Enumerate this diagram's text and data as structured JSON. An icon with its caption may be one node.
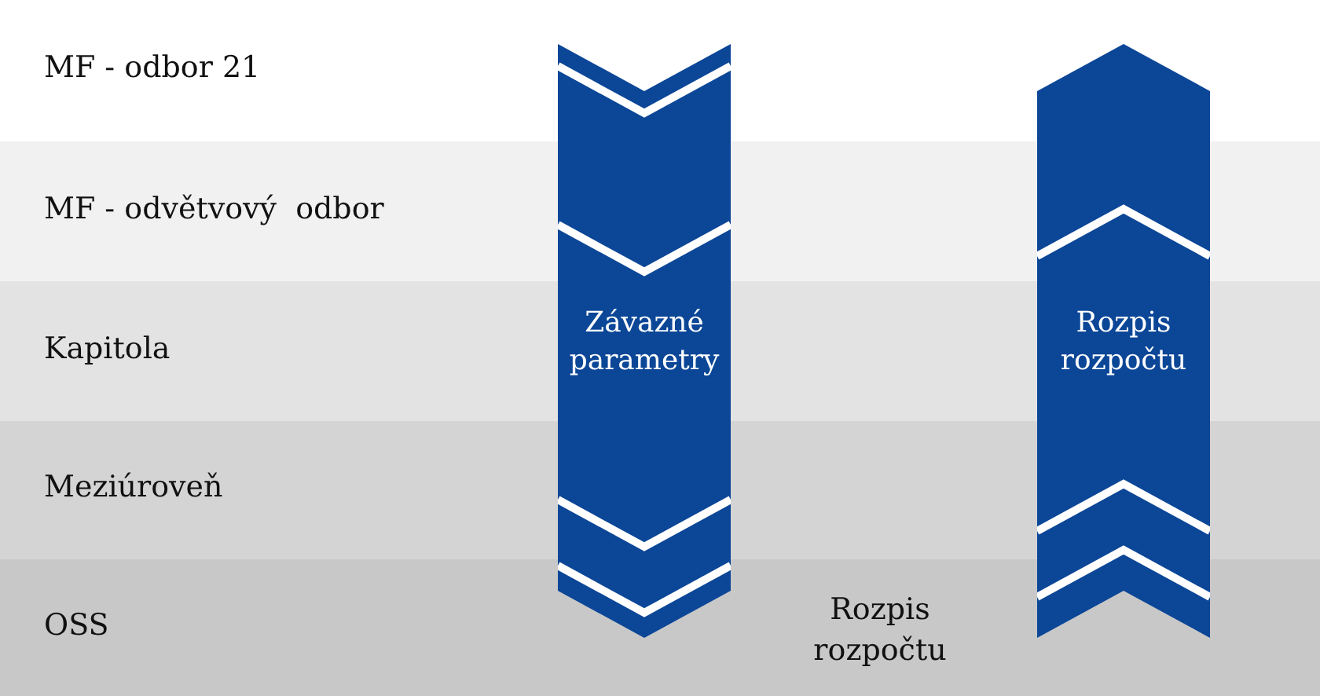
{
  "diagram": {
    "nodes": [
      {
        "text": [
          "MF - odbor 21"
        ]
      },
      {
        "text": [
          "MF - odvětvový  odbor"
        ]
      },
      {
        "text": [
          "Kapitola"
        ]
      },
      {
        "text": [
          "Meziúroveň"
        ]
      },
      {
        "text": [
          "OSS"
        ]
      },
      {
        "text": [
          "Závazné parametry"
        ]
      },
      {
        "text": [
          "Rozpis rozpočtu"
        ]
      }
    ],
    "labels": [
      "Rozpis rozpočtu"
    ]
  }
}
